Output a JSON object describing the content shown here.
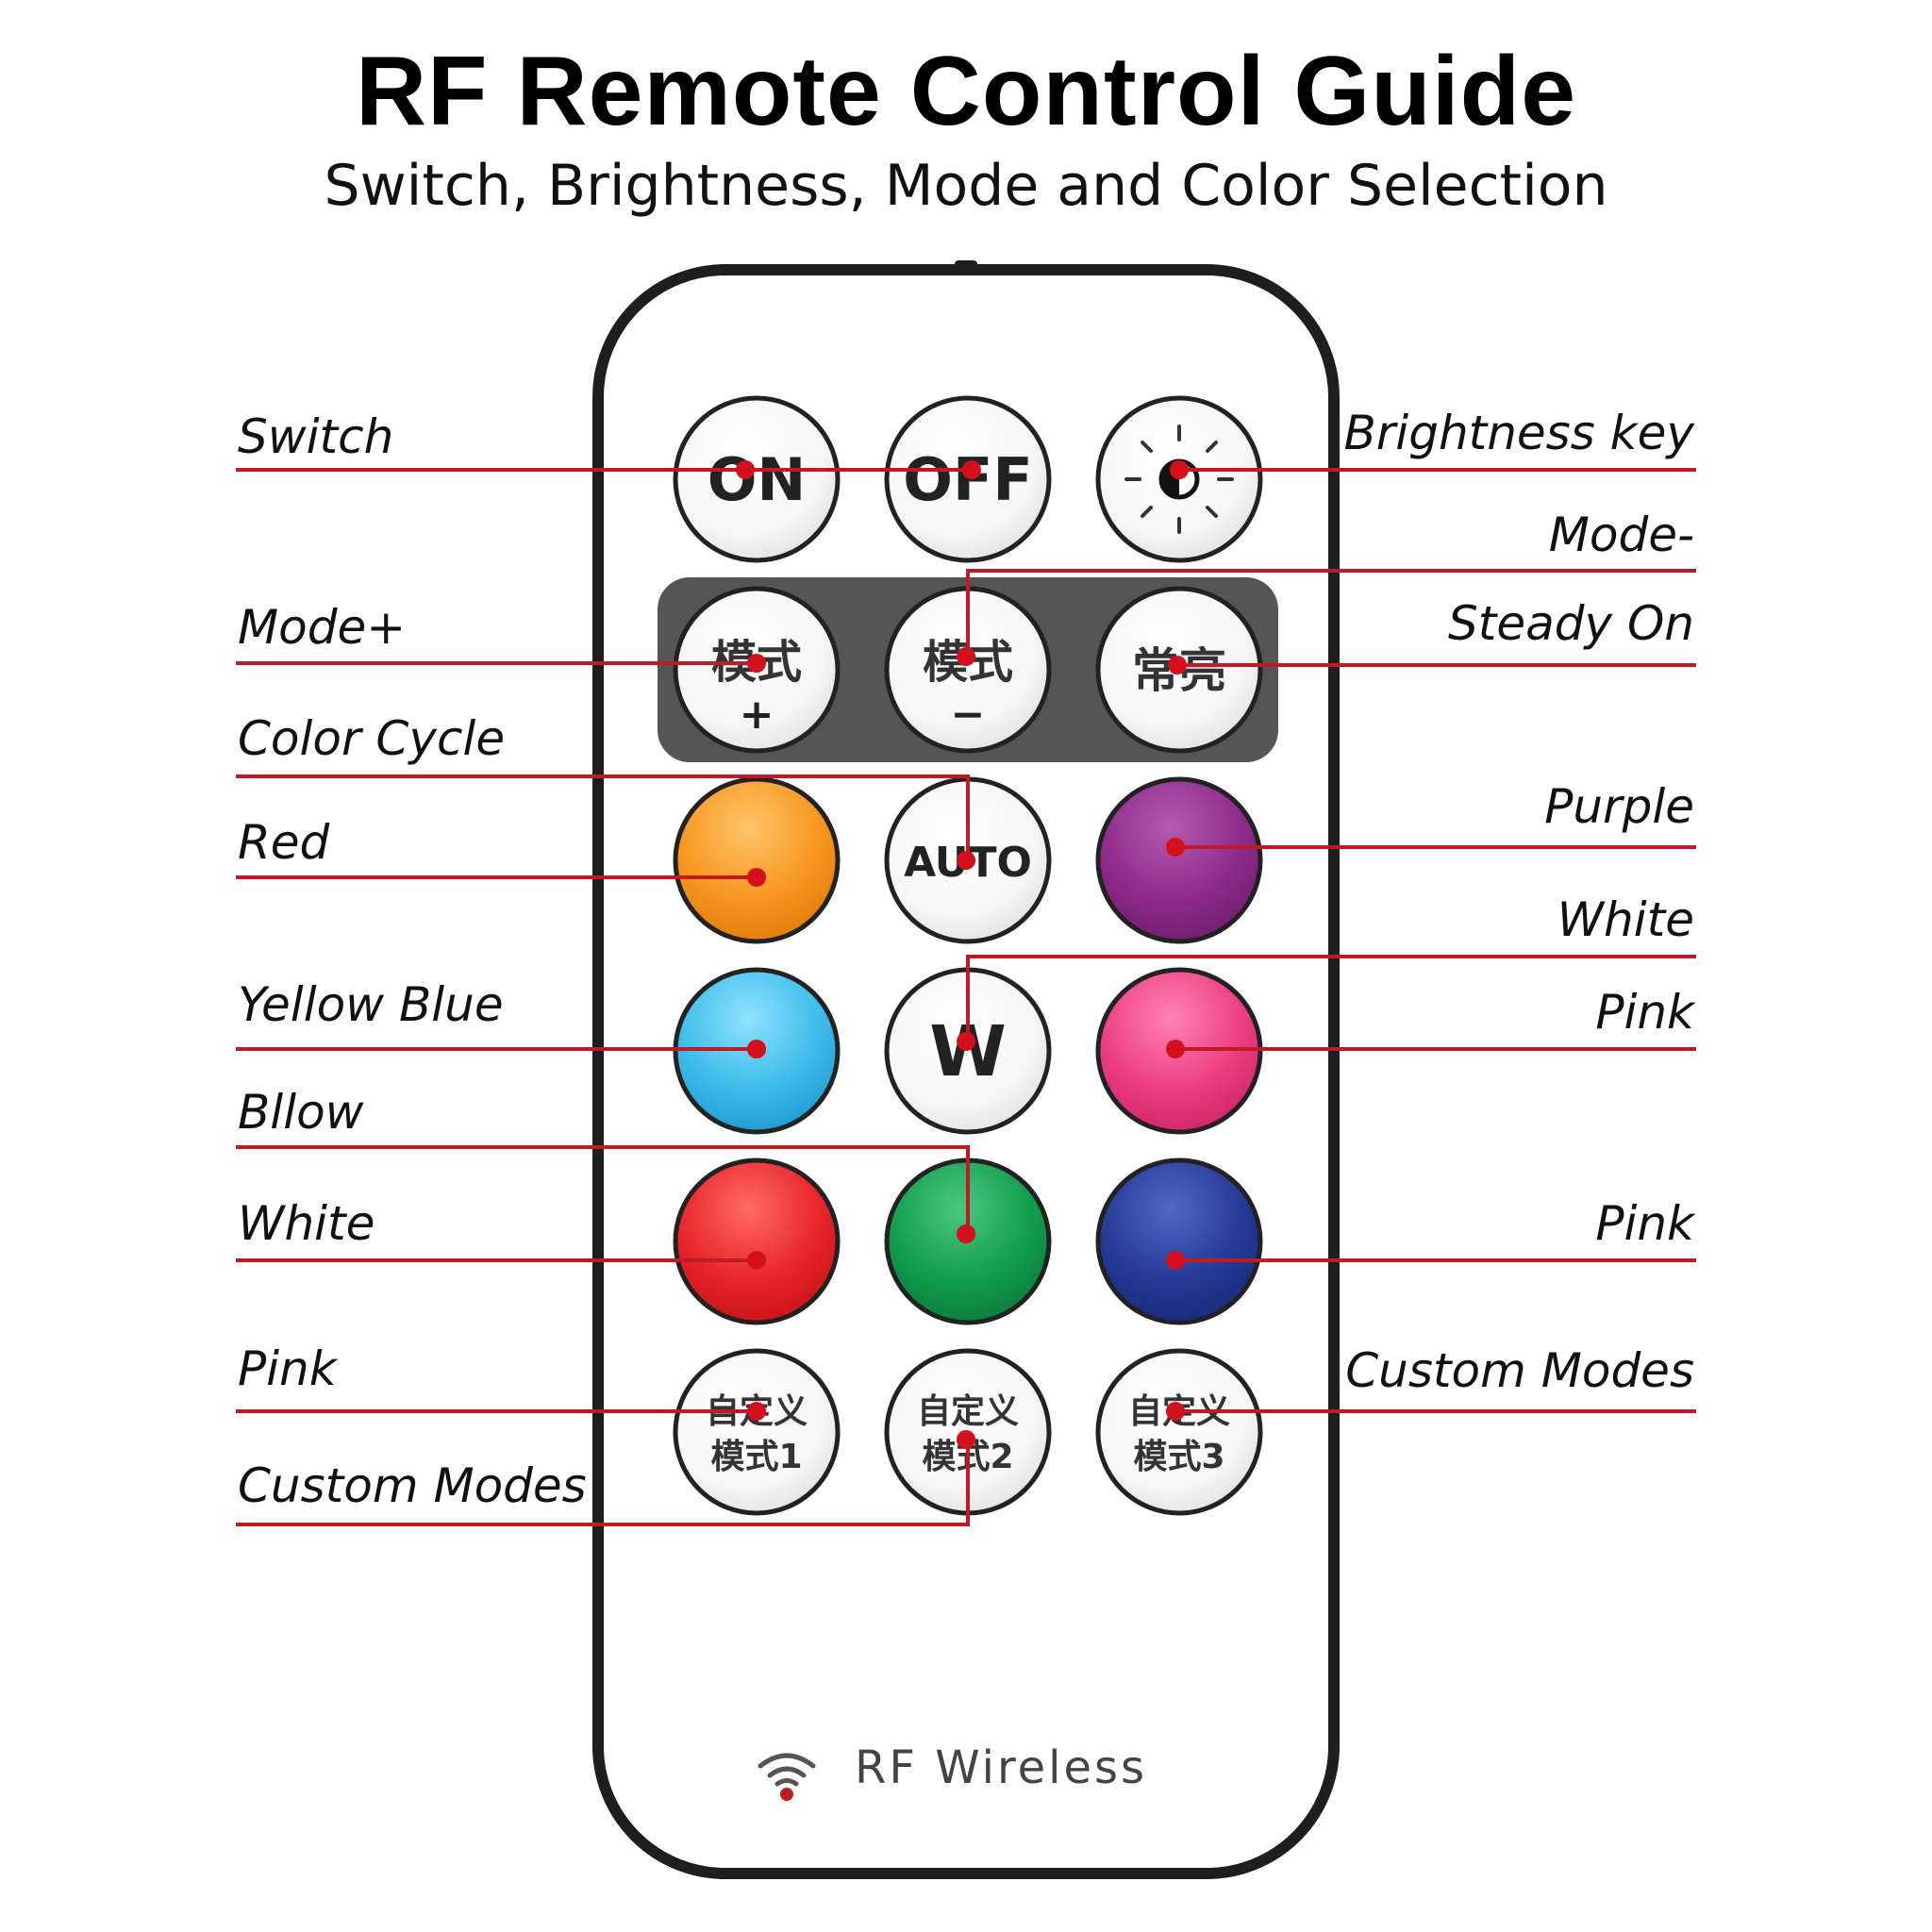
{
  "header": {
    "title": "RF Remote Control Guide",
    "subtitle": "Switch, Brightness, Mode and Color Selection"
  },
  "colors": {
    "leader_line": "#c01a24",
    "remote_outline": "#1e1e1e",
    "mode_panel": "#555555",
    "orange": "#f7961e",
    "purple": "#8e2a8a",
    "sky_blue": "#3cbbea",
    "pink": "#ec3d84",
    "red": "#e8242a",
    "green": "#129c4e",
    "dark_blue": "#243a96"
  },
  "keys": {
    "on": "ON",
    "off": "OFF",
    "brightness_icon": "sun-half-icon",
    "mode_plus_top": "模式",
    "mode_plus_bottom": "+",
    "mode_minus_top": "模式",
    "mode_minus_bottom": "−",
    "steady": "常亮",
    "auto": "AUTO",
    "white_w": "W",
    "custom1_top": "自定义",
    "custom1_bottom": "模式1",
    "custom2_top": "自定义",
    "custom2_bottom": "模式2",
    "custom3_top": "自定义",
    "custom3_bottom": "模式3"
  },
  "labels": {
    "left": {
      "switch": "Switch",
      "mode_plus": "Mode+",
      "color_cycle": "Color Cycle",
      "red": "Red",
      "yellow_blue": "Yellow Blue",
      "bllow": "Bllow",
      "white": "White",
      "pink": "Pink",
      "custom_modes": "Custom Modes"
    },
    "right": {
      "brightness_key": "Brightness key",
      "mode_minus": "Mode-",
      "steady_on": "Steady On",
      "purple": "Purple",
      "white": "White",
      "pink_1": "Pink",
      "pink_2": "Pink",
      "custom_modes": "Custom Modes"
    }
  },
  "footer": {
    "wireless_icon": "wifi-signal-icon",
    "brand": "RF Wireless"
  }
}
